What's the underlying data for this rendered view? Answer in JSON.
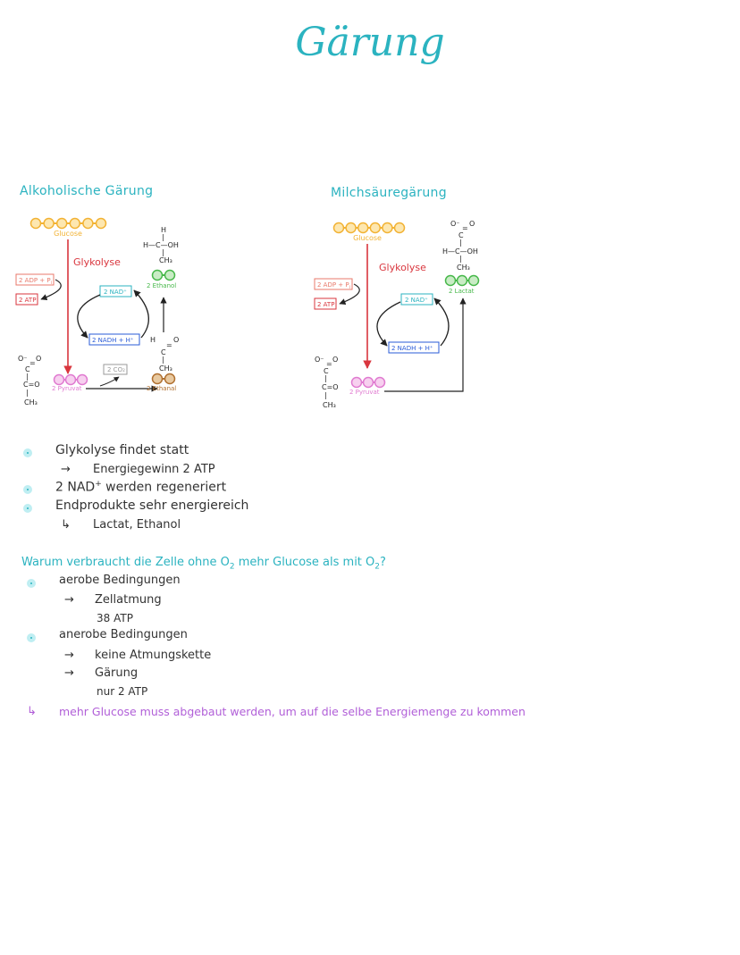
{
  "title": "Gärung",
  "alcoholic": {
    "heading": "Alkoholische Gärung",
    "glucose": "Glucose",
    "glykolyse": "Glykolyse",
    "adp": "2 ADP + P",
    "adp_sub": "i",
    "atp": "2 ATP",
    "nad": "2 NAD⁺",
    "nadh": "2 NADH + H⁺",
    "co2": "2 CO₂",
    "pyruvat": "2 Pyruvat",
    "ethanal": "2 Ethanal",
    "ethanol": "2 Ethanol"
  },
  "lactic": {
    "heading": "Milchsäuregärung",
    "glucose": "Glucose",
    "glykolyse": "Glykolyse",
    "adp": "2 ADP + P",
    "adp_sub": "i",
    "atp": "2 ATP",
    "nad": "2 NAD⁺",
    "nadh": "2 NADH + H⁺",
    "pyruvat": "2 Pyruvat",
    "lactat": "2 Lactat"
  },
  "chem": {
    "h": "H",
    "hcoh": "H—C—OH",
    "ch3": "CH₃",
    "c": "C",
    "co": "C=O",
    "o_minus": "O⁻",
    "o": "O",
    "eq": "=",
    "bar": "|"
  },
  "summary": {
    "l1": "Glykolyse findet statt",
    "l2_arrow": "→",
    "l2": "Energiegewinn 2 ATP",
    "l3a": "2 NAD",
    "l3sup": "+",
    "l3b": " werden regeneriert",
    "l4": "Endprodukte sehr energiereich",
    "l5_arrow": "↳",
    "l5": "Lactat, Ethanol"
  },
  "question": {
    "q_a": "Warum verbraucht die Zelle ohne O",
    "q_sub1": "2",
    "q_b": " mehr Glucose als mit O",
    "q_sub2": "2",
    "q_c": "?",
    "aerob": "aerobe Bedingungen",
    "arrow": "→",
    "zellatmung": "Zellatmung",
    "atp38": "38 ATP",
    "anaerob": "anerobe Bedingungen",
    "keine": "keine Atmungskette",
    "gaerung": "Gärung",
    "nur": "nur 2 ATP",
    "concl_arrow": "↳",
    "conclusion": "mehr Glucose muss abgebaut werden, um auf die selbe Energiemenge zu kommen"
  },
  "colors": {
    "teal": "#2bb3c0",
    "glucose": "#f2b233",
    "red": "#d9363e",
    "green": "#47b84a",
    "blue": "#2a5bd7",
    "pink": "#e07ad0",
    "brown": "#b07030",
    "salmon": "#e8796b",
    "gray": "#999999"
  }
}
